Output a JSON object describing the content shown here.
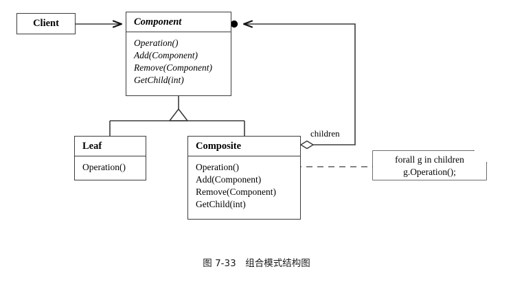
{
  "figure": {
    "caption": "图 7-33　组合模式结构图",
    "stroke_color": "#3a3a3a",
    "fill_color": "#ffffff",
    "note_fold_color": "#808080"
  },
  "classes": {
    "client": {
      "name": "Client",
      "abstract": false
    },
    "component": {
      "name": "Component",
      "abstract": true,
      "operations": [
        "Operation()",
        "Add(Component)",
        "Remove(Component)",
        "GetChild(int)"
      ]
    },
    "leaf": {
      "name": "Leaf",
      "abstract": false,
      "operations": [
        "Operation()"
      ]
    },
    "composite": {
      "name": "Composite",
      "abstract": false,
      "operations": [
        "Operation()",
        "Add(Component)",
        "Remove(Component)",
        "GetChild(int)"
      ]
    }
  },
  "relations": {
    "association_label": "children",
    "client_to_component": "association-arrow",
    "generalization": "inheritance-triangle",
    "aggregation": "open-diamond",
    "multiplicity_marker": "filled-circle"
  },
  "note": {
    "lines": [
      "forall g in children",
      "g.Operation();"
    ]
  }
}
